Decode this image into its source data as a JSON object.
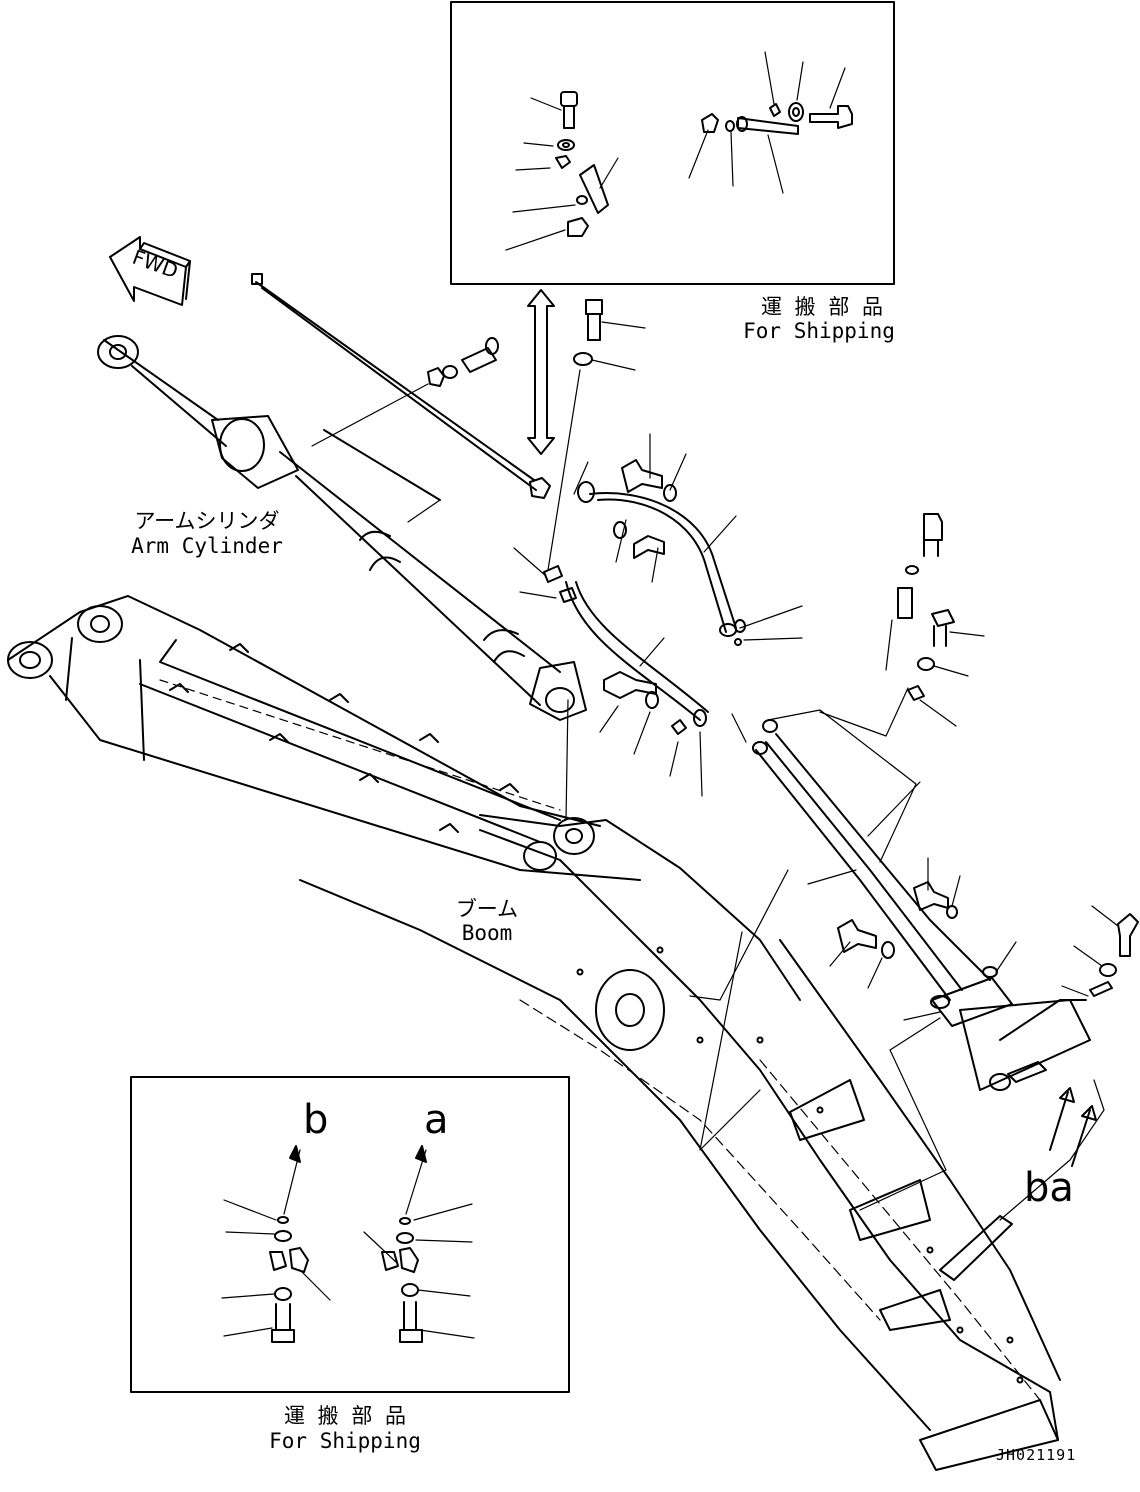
{
  "top_inset": {
    "jp": "運 搬 部 品",
    "en": "For Shipping"
  },
  "bottom_inset": {
    "jp": "運 搬 部 品",
    "en": "For Shipping",
    "label_b": "b",
    "label_a": "a"
  },
  "arm_cylinder": {
    "jp": "アームシリンダ",
    "en": "Arm Cylinder"
  },
  "boom": {
    "jp": "ブーム",
    "en": "Boom"
  },
  "fwd": "FWD",
  "connection_label": "ba",
  "drawing_code": "JH021191"
}
